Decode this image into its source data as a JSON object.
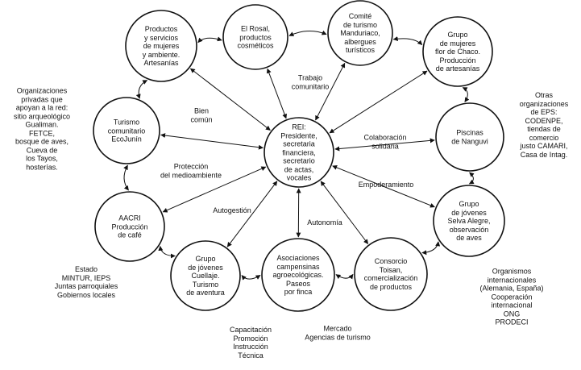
{
  "nodes": {
    "center": "REI:\nPresidente,\nsecretaria\nfinanciera,\nsecretario\nde actas,\nvocales",
    "productos": "Productos\ny servicios\nde mujeres\ny ambiente.\nArtesanías",
    "rosal": "El Rosal,\nproductos\ncosméticos",
    "comite": "Comité\nde turismo\nManduriaco,\nalbergues\nturísticos",
    "mujeres": "Grupo\nde mujeres\nflor de Chaco.\nProducción\nde artesanías",
    "turismo": "Turismo\ncomunitario\nEcoJunín",
    "piscinas": "Piscinas\nde Nanguvi",
    "aacri": "AACRI\nProducción\nde café",
    "selva": "Grupo\nde jóvenes\nSelva Alegre,\nobservación\nde aves",
    "cuellaje": "Grupo\nde jóvenes\nCuellaje.\nTurismo\nde aventura",
    "asociaciones": "Asociaciones\ncampensinas\nagroecológicas.\nPaseos\npor finca",
    "consorcio": "Consorcio\nToisan,\ncomercialización\nde productos"
  },
  "links": {
    "trabajo": "Trabajo\ncomunitario",
    "bien": "Bien\ncomún",
    "colaboracion": "Colaboración\nsolidaria",
    "proteccion": "Protección\ndel medioambiente",
    "empoderamiento": "Empoderamiento",
    "autogestion": "Autogestión",
    "autonomia": "Autonomía"
  },
  "outer": {
    "privadas": "Organizaciones\nprivadas que\napoyan a la red:\nsitio arqueológico\nGualiman.\nFETCE,\nbosque de aves,\nCueva de\nlos Tayos,\nhosterías.",
    "eps": "Otras organizaciones\nde EPS:\nCODENPE,\ntiendas de comercio\njusto CAMARI,\nCasa de Intag.",
    "estado": "Estado\nMINTUR, IEPS\nJuntas parroquiales\nGobiernos locales",
    "internacionales": "Organismos internacionales\n(Alemania, España)\nCooperación internacional\nONG\nPRODECI",
    "capacitacion": "Capacitación\nPromoción\nInstrucción\nTécnica",
    "mercado": "Mercado\nAgencias de turismo"
  },
  "colors": {
    "stroke": "#111111",
    "text": "#111111",
    "background": "#ffffff"
  }
}
